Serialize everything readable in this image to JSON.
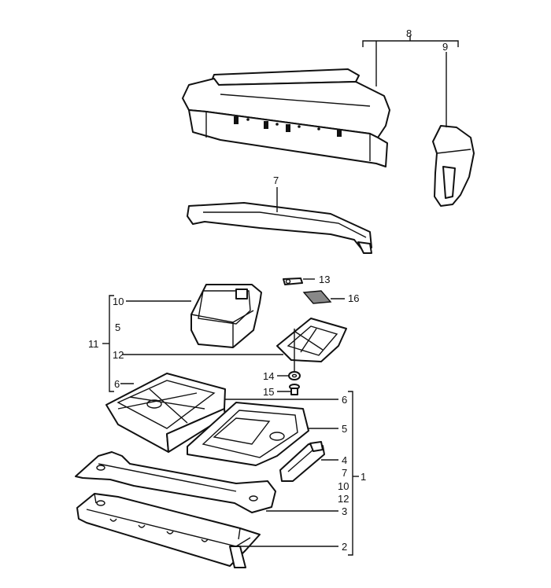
{
  "diagram": {
    "callouts": {
      "c8": "8",
      "c9": "9",
      "c7": "7",
      "c13": "13",
      "c16": "16",
      "c10": "10",
      "c5": "5",
      "c11": "11",
      "c12": "12",
      "c6": "6",
      "c14": "14",
      "c15": "15",
      "r6": "6",
      "r5": "5",
      "r4": "4",
      "r7": "7",
      "r1": "1",
      "r10": "10",
      "r12": "12",
      "r3": "3",
      "r2": "2"
    }
  }
}
